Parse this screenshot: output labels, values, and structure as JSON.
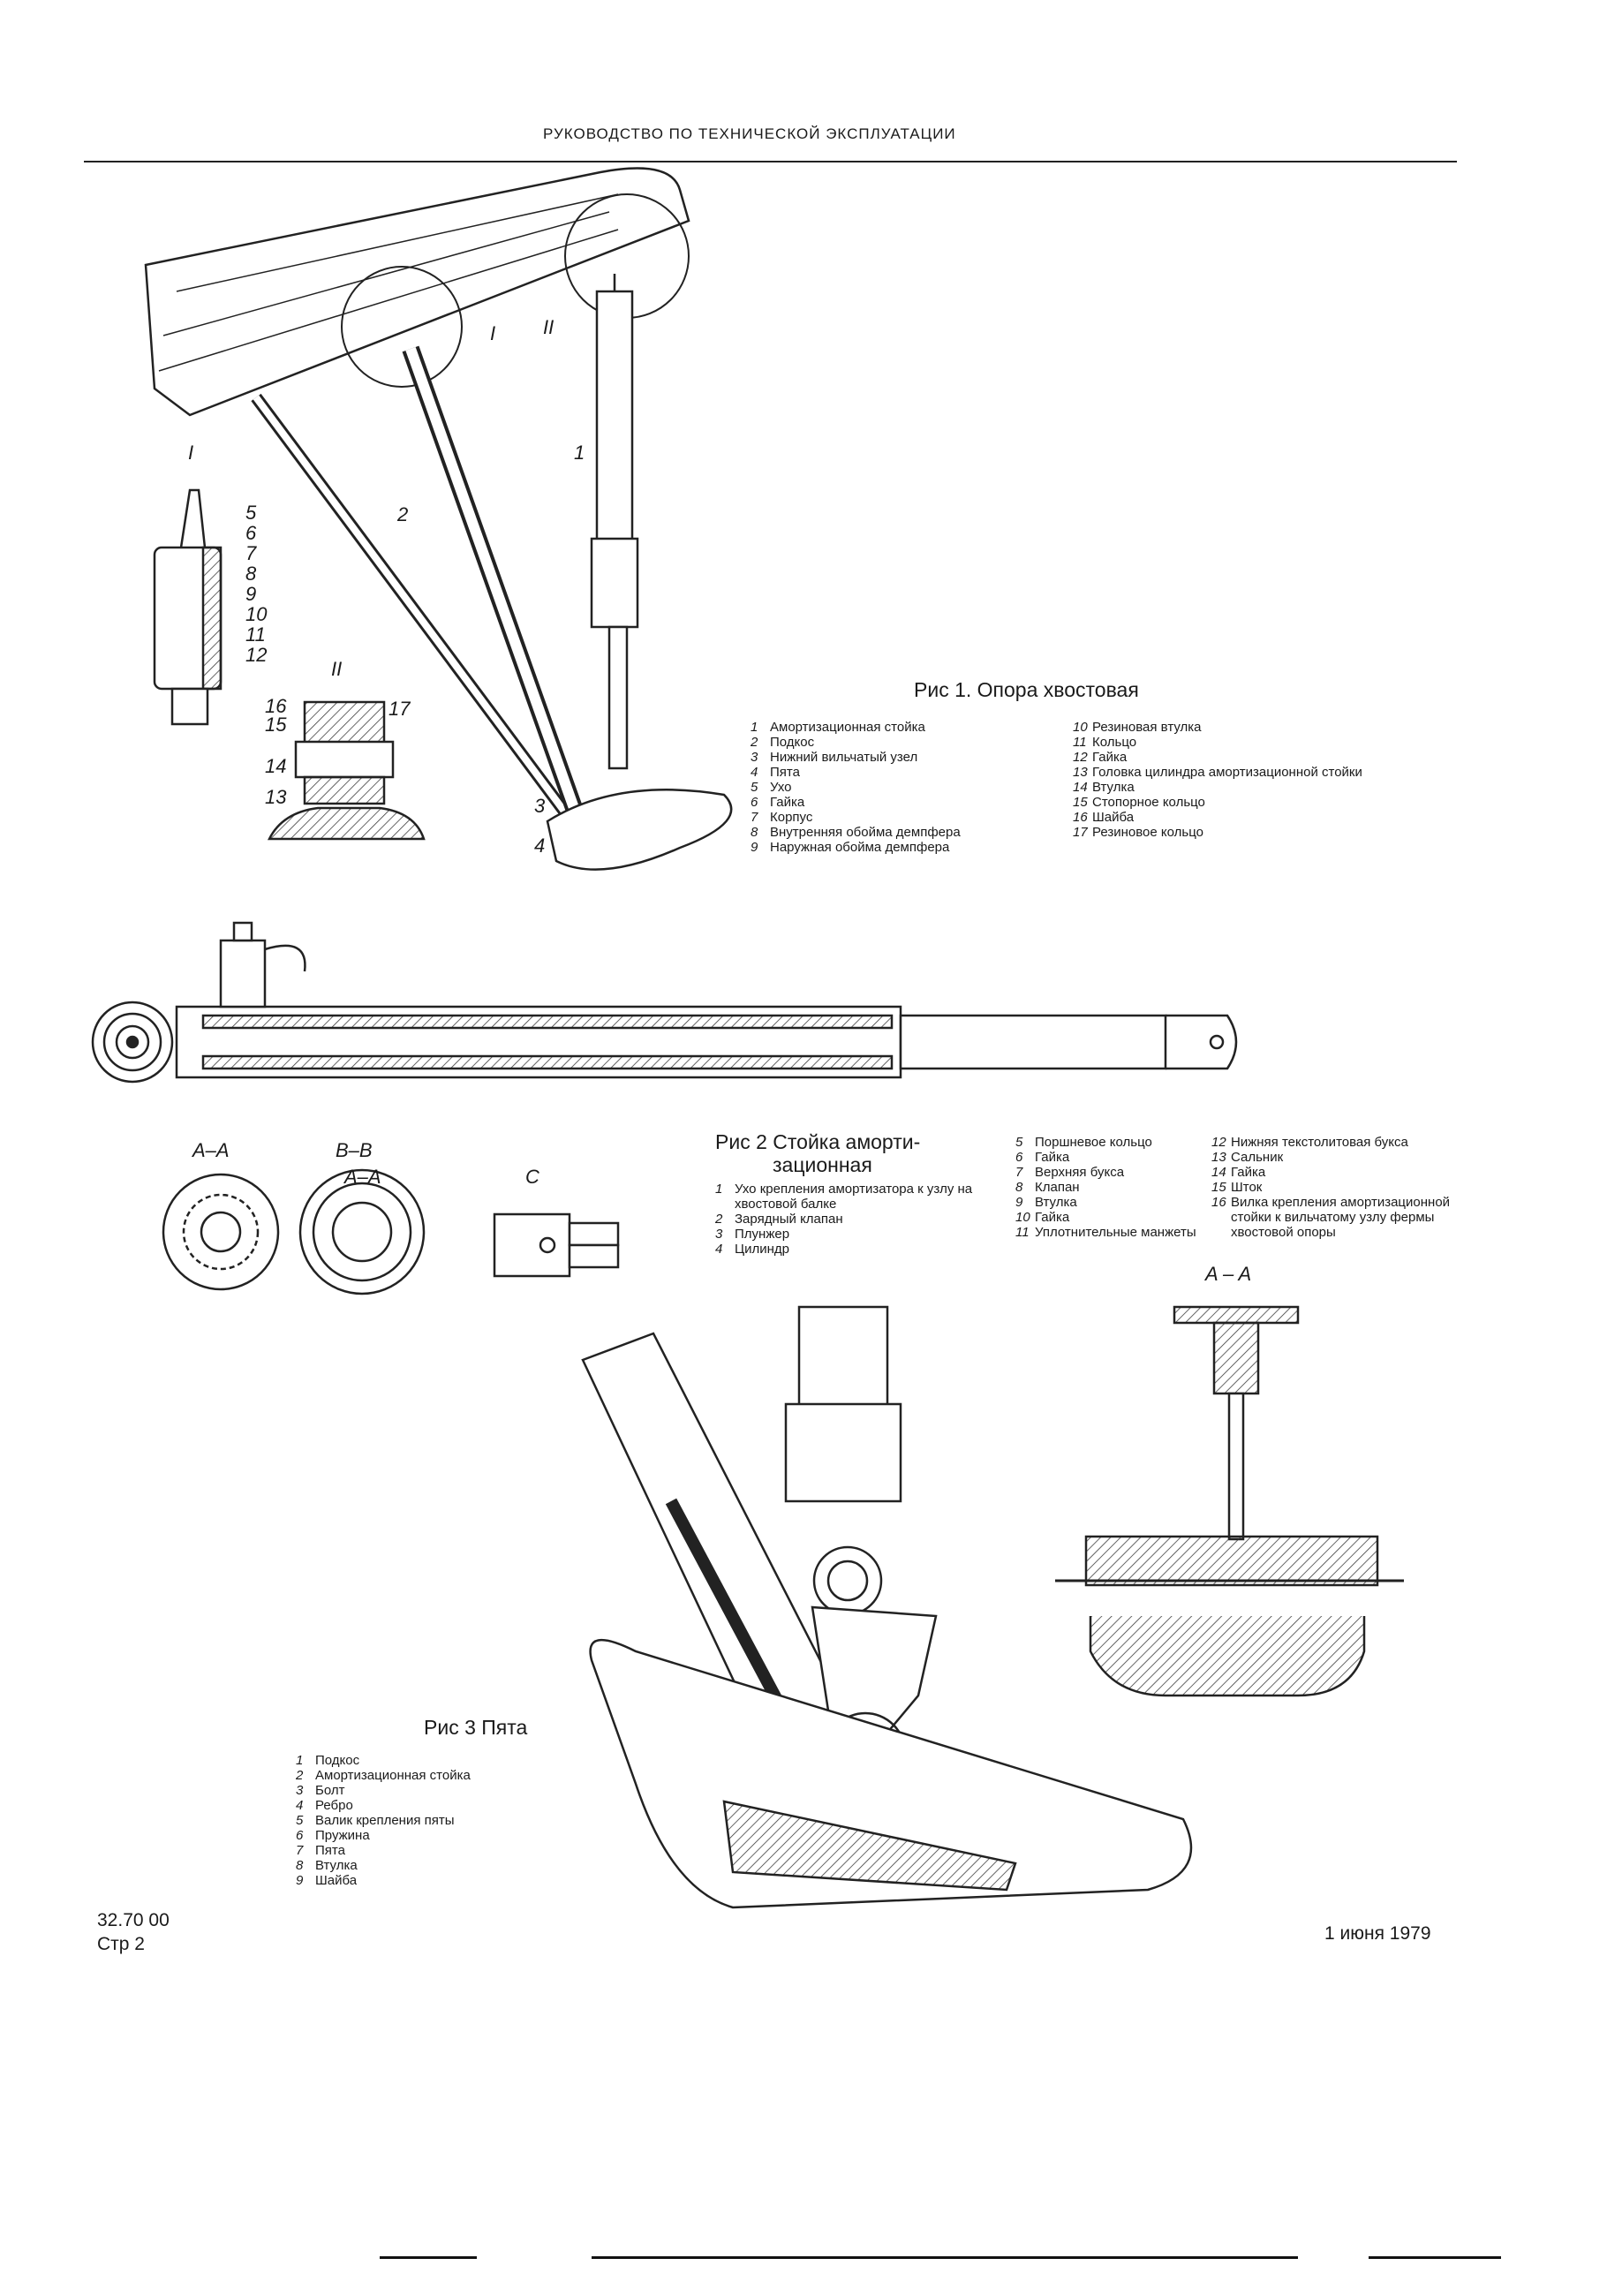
{
  "header": {
    "title": "РУКОВОДСТВО ПО ТЕХНИЧЕСКОЙ ЭКСПЛУАТАЦИИ"
  },
  "fig1": {
    "caption": "Рис  1. Опора хвостовая",
    "legend_left": [
      {
        "n": "1",
        "t": "Амортизационная стойка"
      },
      {
        "n": "2",
        "t": "Подкос"
      },
      {
        "n": "3",
        "t": "Нижний вильчатый узел"
      },
      {
        "n": "4",
        "t": "Пята"
      },
      {
        "n": "5",
        "t": "Ухо"
      },
      {
        "n": "6",
        "t": "Гайка"
      },
      {
        "n": "7",
        "t": "Корпус"
      },
      {
        "n": "8",
        "t": "Внутренняя обойма демпфера"
      },
      {
        "n": "9",
        "t": "Наружная обойма демпфера"
      }
    ],
    "legend_right": [
      {
        "n": "10",
        "t": "Резиновая втулка"
      },
      {
        "n": "11",
        "t": "Кольцо"
      },
      {
        "n": "12",
        "t": "Гайка"
      },
      {
        "n": "13",
        "t": "Головка   цилиндра   амортизационной стойки"
      },
      {
        "n": "14",
        "t": "Втулка"
      },
      {
        "n": "15",
        "t": "Стопорное кольцо"
      },
      {
        "n": "16",
        "t": "Шайба"
      },
      {
        "n": "17",
        "t": "Резиновое кольцо"
      }
    ],
    "labels": [
      "1",
      "2",
      "3",
      "4",
      "I",
      "II",
      "5",
      "6",
      "7",
      "8",
      "9",
      "10",
      "11",
      "12",
      "13",
      "14",
      "15",
      "16",
      "17"
    ]
  },
  "fig2": {
    "caption_line1": "Рис  2  Стойка  аморти-",
    "caption_line2": "зационная",
    "legend_a": [
      {
        "n": "1",
        "t": "Ухо крепления амортизатора к узлу на хвостовой балке"
      },
      {
        "n": "2",
        "t": "Зарядный клапан"
      },
      {
        "n": "3",
        "t": "Плунжер"
      },
      {
        "n": "4",
        "t": "Цилиндр"
      }
    ],
    "legend_b": [
      {
        "n": "5",
        "t": "Поршневое кольцо"
      },
      {
        "n": "6",
        "t": "Гайка"
      },
      {
        "n": "7",
        "t": "Верхняя букса"
      },
      {
        "n": "8",
        "t": "Клапан"
      },
      {
        "n": "9",
        "t": "Втулка"
      },
      {
        "n": "10",
        "t": "Гайка"
      },
      {
        "n": "11",
        "t": "Уплотнительные манжеты"
      }
    ],
    "legend_c": [
      {
        "n": "12",
        "t": "Нижняя текстолитовая букса"
      },
      {
        "n": "13",
        "t": "Сальник"
      },
      {
        "n": "14",
        "t": "Гайка"
      },
      {
        "n": "15",
        "t": "Шток"
      },
      {
        "n": "16",
        "t": "Вилка крепления амортизационной стойки к вильчатому узлу фермы хвостовой опоры"
      }
    ],
    "section_aa": "A–A",
    "section_bb": "B–B",
    "section_c": "C"
  },
  "fig3": {
    "caption": "Рис  3  Пята",
    "legend": [
      {
        "n": "1",
        "t": "Подкос"
      },
      {
        "n": "2",
        "t": "Амортизационная стойка"
      },
      {
        "n": "3",
        "t": "Болт"
      },
      {
        "n": "4",
        "t": "Ребро"
      },
      {
        "n": "5",
        "t": "Валик крепления пяты"
      },
      {
        "n": "6",
        "t": "Пружина"
      },
      {
        "n": "7",
        "t": "Пята"
      },
      {
        "n": "8",
        "t": "Втулка"
      },
      {
        "n": "9",
        "t": "Шайба"
      }
    ],
    "section": "A – A"
  },
  "footer": {
    "code": "32.70 00",
    "page": "Стр  2",
    "date": "1 июня  1979"
  }
}
